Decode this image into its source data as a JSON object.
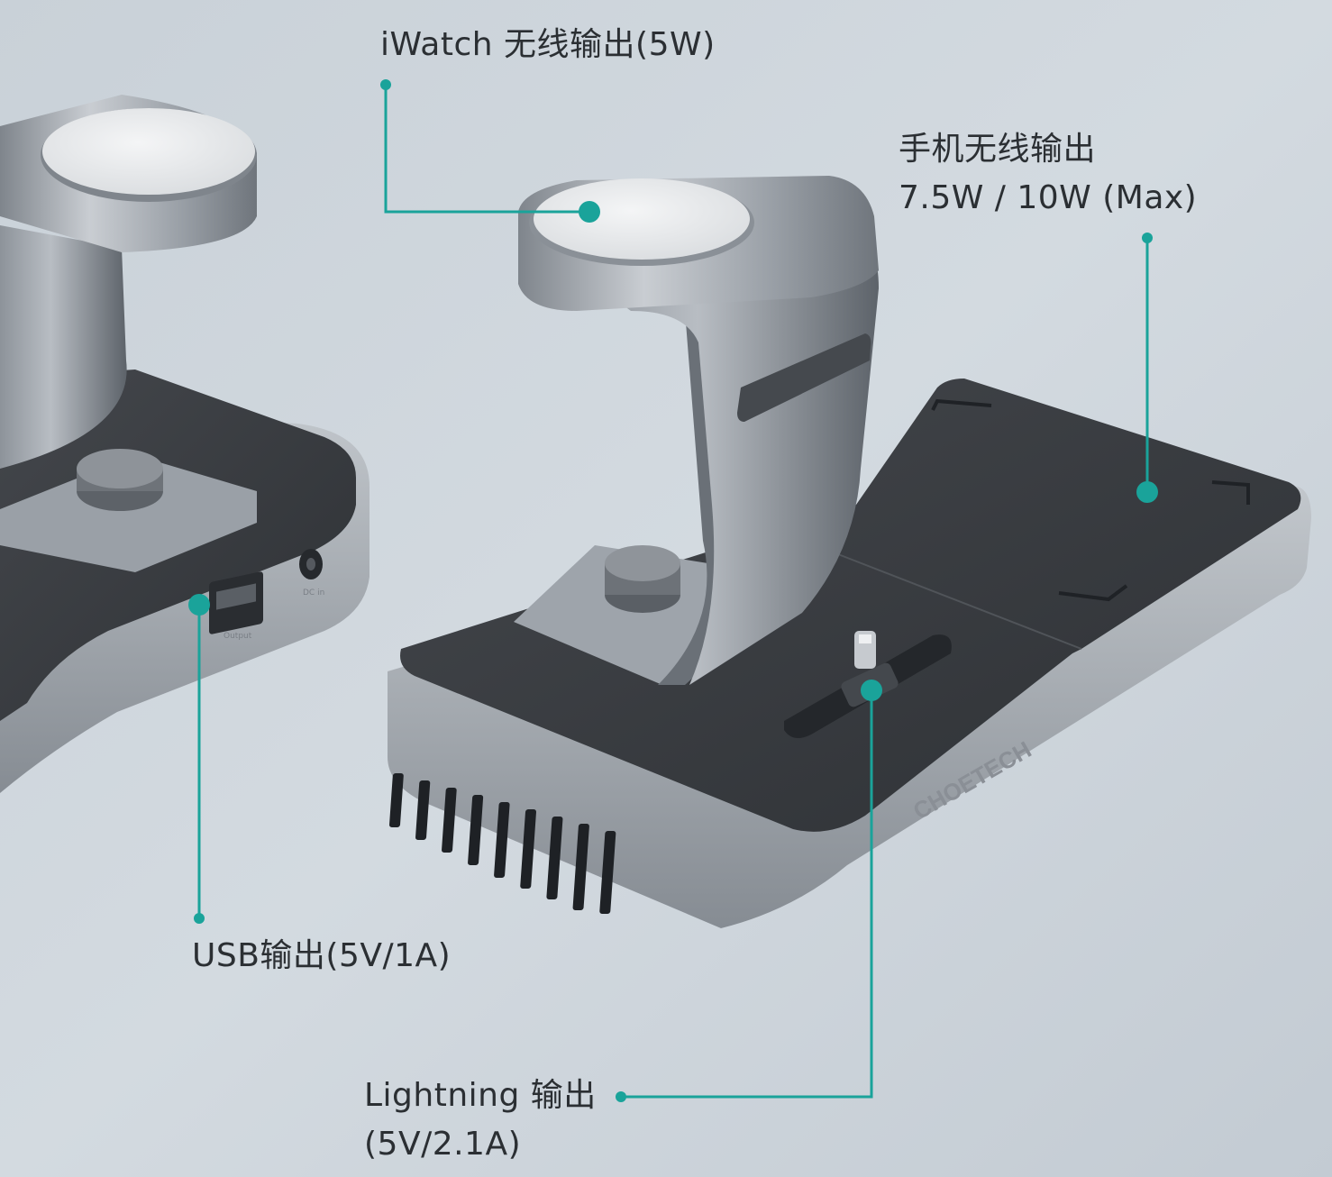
{
  "colors": {
    "accent": "#1aa39a",
    "background": "#cfd6dd",
    "label_text": "#2b2f33",
    "pad_surface": "#3a3d42",
    "metal": "#a9aeb5"
  },
  "callouts": {
    "iwatch": "iWatch 无线输出(5W)",
    "phone_title": "手机无线输出",
    "phone_power": "7.5W / 10W (Max)",
    "usb": "USB输出(5V/1A)",
    "lightning_title": "Lightning 输出",
    "lightning_power": "(5V/2.1A)"
  },
  "product": {
    "brand": "CHOETECH",
    "usb_port_label": "Output",
    "dc_port_label": "DC in"
  }
}
